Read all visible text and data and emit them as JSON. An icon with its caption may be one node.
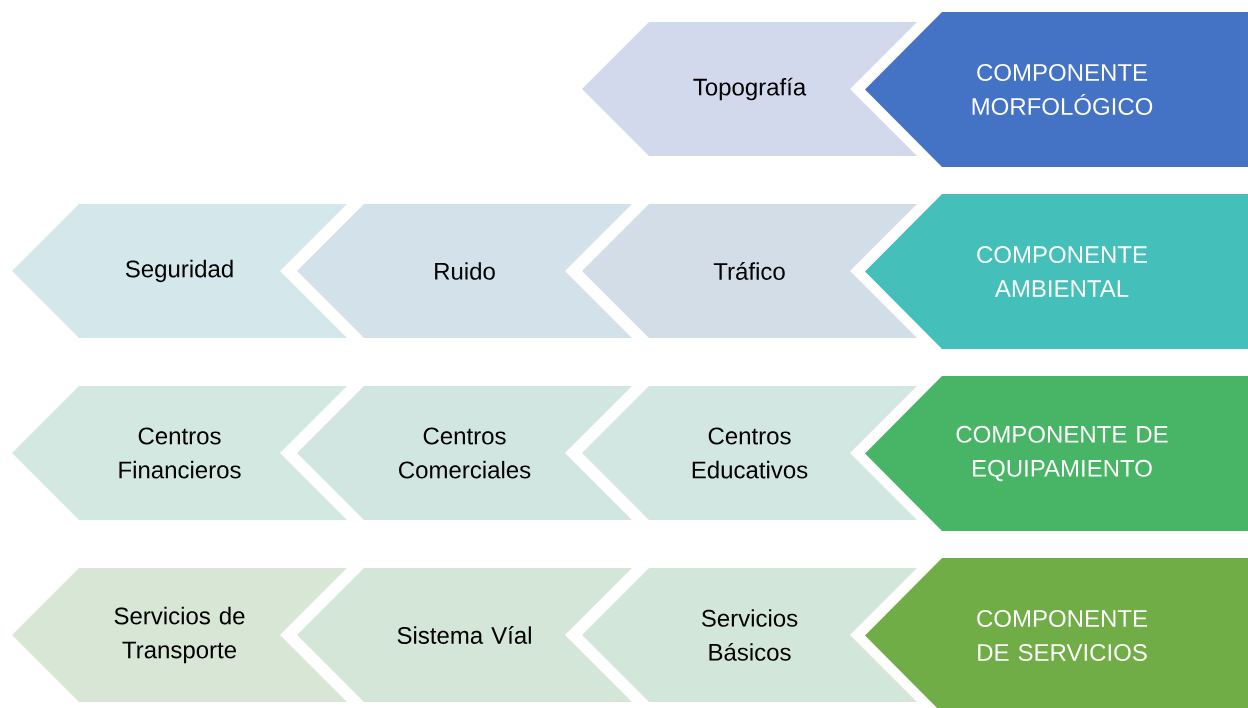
{
  "diagram": {
    "nodes": [
      {
        "text": [
          "Topografía"
        ]
      },
      {
        "text": [
          "COMPONENTE MORFOLÓGICO"
        ]
      },
      {
        "text": [
          "Seguridad"
        ]
      },
      {
        "text": [
          "Ruido"
        ]
      },
      {
        "text": [
          "Tráfico"
        ]
      },
      {
        "text": [
          "COMPONENTE AMBIENTAL"
        ]
      },
      {
        "text": [
          "Centros Financieros"
        ]
      },
      {
        "text": [
          "Centros Comerciales"
        ]
      },
      {
        "text": [
          "Centros Educativos"
        ]
      },
      {
        "text": [
          "COMPONENTE DE EQUIPAMIENTO"
        ]
      },
      {
        "text": [
          "Servicios de Transporte"
        ]
      },
      {
        "text": [
          "Sistema Víal"
        ]
      },
      {
        "text": [
          "Servicios Básicos"
        ]
      },
      {
        "text": [
          "COMPONENTE DE SERVICIOS"
        ]
      }
    ]
  }
}
